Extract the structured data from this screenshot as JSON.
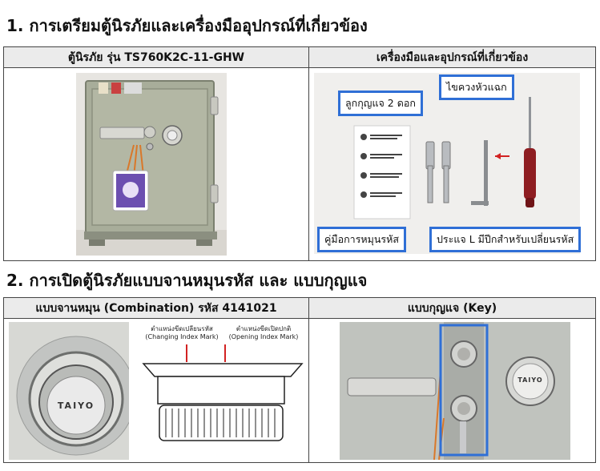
{
  "section1": {
    "title": "1. การเตรียมตู้นิรภัยและเครื่องมืออุปกรณ์ที่เกี่ยวข้อง",
    "left_header": "ตู้นิรภัย รุ่น TS760K2C-11-GHW",
    "right_header": "เครื่องมือและอุปกรณ์ที่เกี่ยวข้อง",
    "callouts": {
      "keys": "ลูกกุญแจ 2 ดอก",
      "screwdriver": "ไขควงหัวแฉก",
      "manual": "คู่มือการหมุนรหัส",
      "lwrench": "ประแจ L มีปีกสำหรับเปลี่ยนรหัส"
    }
  },
  "section2": {
    "title": "2. การเปิดตู้นิรภัยแบบจานหมุนรหัส และ แบบกุญแจ",
    "left_header": "แบบจานหมุน (Combination) รหัส 4141021",
    "right_header": "แบบกุญแจ (Key)",
    "dial_brand": "TAIYO",
    "diagram": {
      "change_mark_th": "ตำแหน่งขีดเปลี่ยนรหัส",
      "change_mark_en": "(Changing Index Mark)",
      "open_mark_th": "ตำแหน่งขีดเปิดปกติ",
      "open_mark_en": "(Opening Index Mark)"
    }
  },
  "colors": {
    "callout_border": "#2f6fd6",
    "header_bg": "#ebebeb",
    "safe_body": "#a8ad9a",
    "index_red": "#d22222"
  }
}
